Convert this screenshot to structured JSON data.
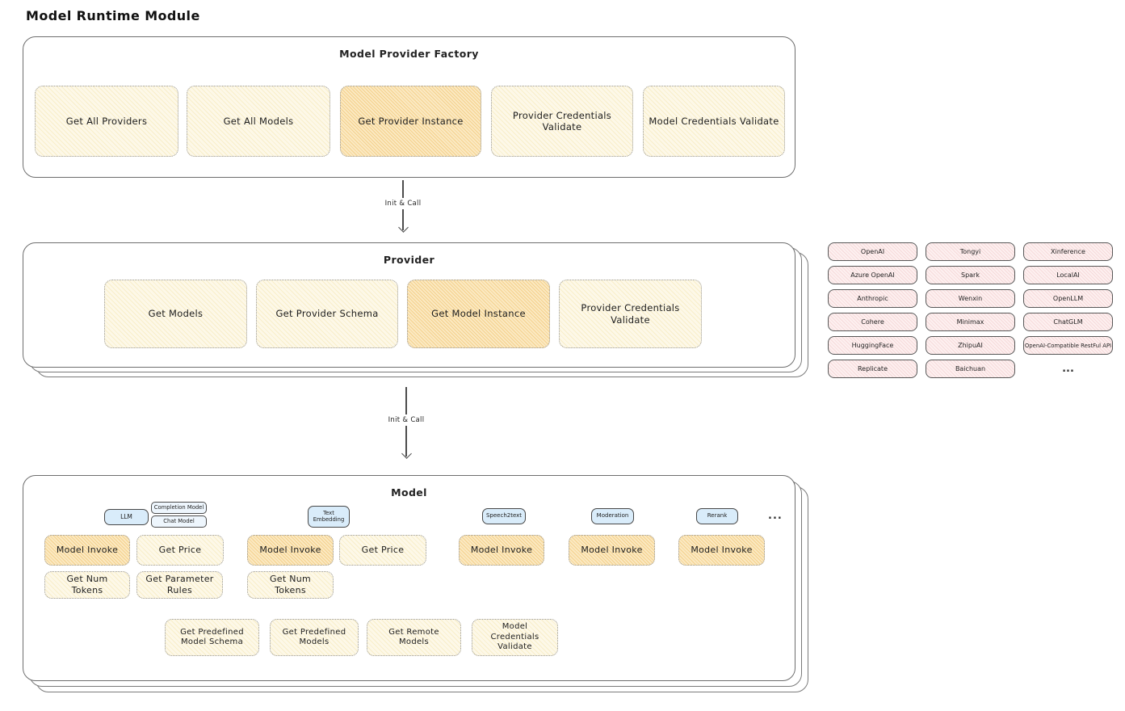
{
  "page": {
    "title": "Model Runtime Module"
  },
  "colors": {
    "node_light_bg": "#fdf8e8",
    "node_light_hatch": "#f8eec9",
    "node_active_bg": "#fbe9c2",
    "node_active_hatch": "#f4d18d",
    "provider_pink_bg": "#fdf0f0",
    "provider_pink_hatch": "#f6dada",
    "tab_blue": "#d9ecfa",
    "panel_border": "#6e6e6e",
    "text": "#1f1f1f"
  },
  "factory": {
    "title": "Model Provider Factory",
    "items": [
      {
        "label": "Get All Providers",
        "variant": "light"
      },
      {
        "label": "Get All Models",
        "variant": "light"
      },
      {
        "label": "Get Provider Instance",
        "variant": "highlighted"
      },
      {
        "label": "Provider Credentials Validate",
        "variant": "light"
      },
      {
        "label": "Model Credentials Validate",
        "variant": "light"
      }
    ]
  },
  "arrows": {
    "factory_to_provider": "Init & Call",
    "provider_to_model": "Init & Call"
  },
  "provider": {
    "title": "Provider",
    "items": [
      {
        "label": "Get Models",
        "variant": "light"
      },
      {
        "label": "Get Provider Schema",
        "variant": "light"
      },
      {
        "label": "Get Model Instance",
        "variant": "highlighted"
      },
      {
        "label": "Provider Credentials Validate",
        "variant": "light"
      }
    ]
  },
  "providers_grid": {
    "items": [
      "OpenAI",
      "Tongyi",
      "Xinference",
      "Azure OpenAI",
      "Spark",
      "LocalAI",
      "Anthropic",
      "Wenxin",
      "OpenLLM",
      "Cohere",
      "Minimax",
      "ChatGLM",
      "HuggingFace",
      "ZhipuAI",
      "OpenAI-Compatible RestFul API",
      "Replicate",
      "Baichuan"
    ],
    "more": "..."
  },
  "model": {
    "title": "Model",
    "tabs": {
      "llm": "LLM",
      "completion_model": "Completion Model",
      "chat_model": "Chat Model",
      "text_embedding": "Text Embedding",
      "speech2text": "Speech2text",
      "moderation": "Moderation",
      "rerank": "Rerank",
      "more": "..."
    },
    "ops": {
      "model_invoke": "Model Invoke",
      "get_price": "Get Price",
      "get_num_tokens": "Get Num Tokens",
      "get_parameter_rules": "Get Parameter Rules"
    },
    "shared": [
      {
        "label": "Get Predefined Model Schema"
      },
      {
        "label": "Get Predefined Models"
      },
      {
        "label": "Get Remote Models"
      },
      {
        "label": "Model Credentials Validate"
      }
    ]
  }
}
